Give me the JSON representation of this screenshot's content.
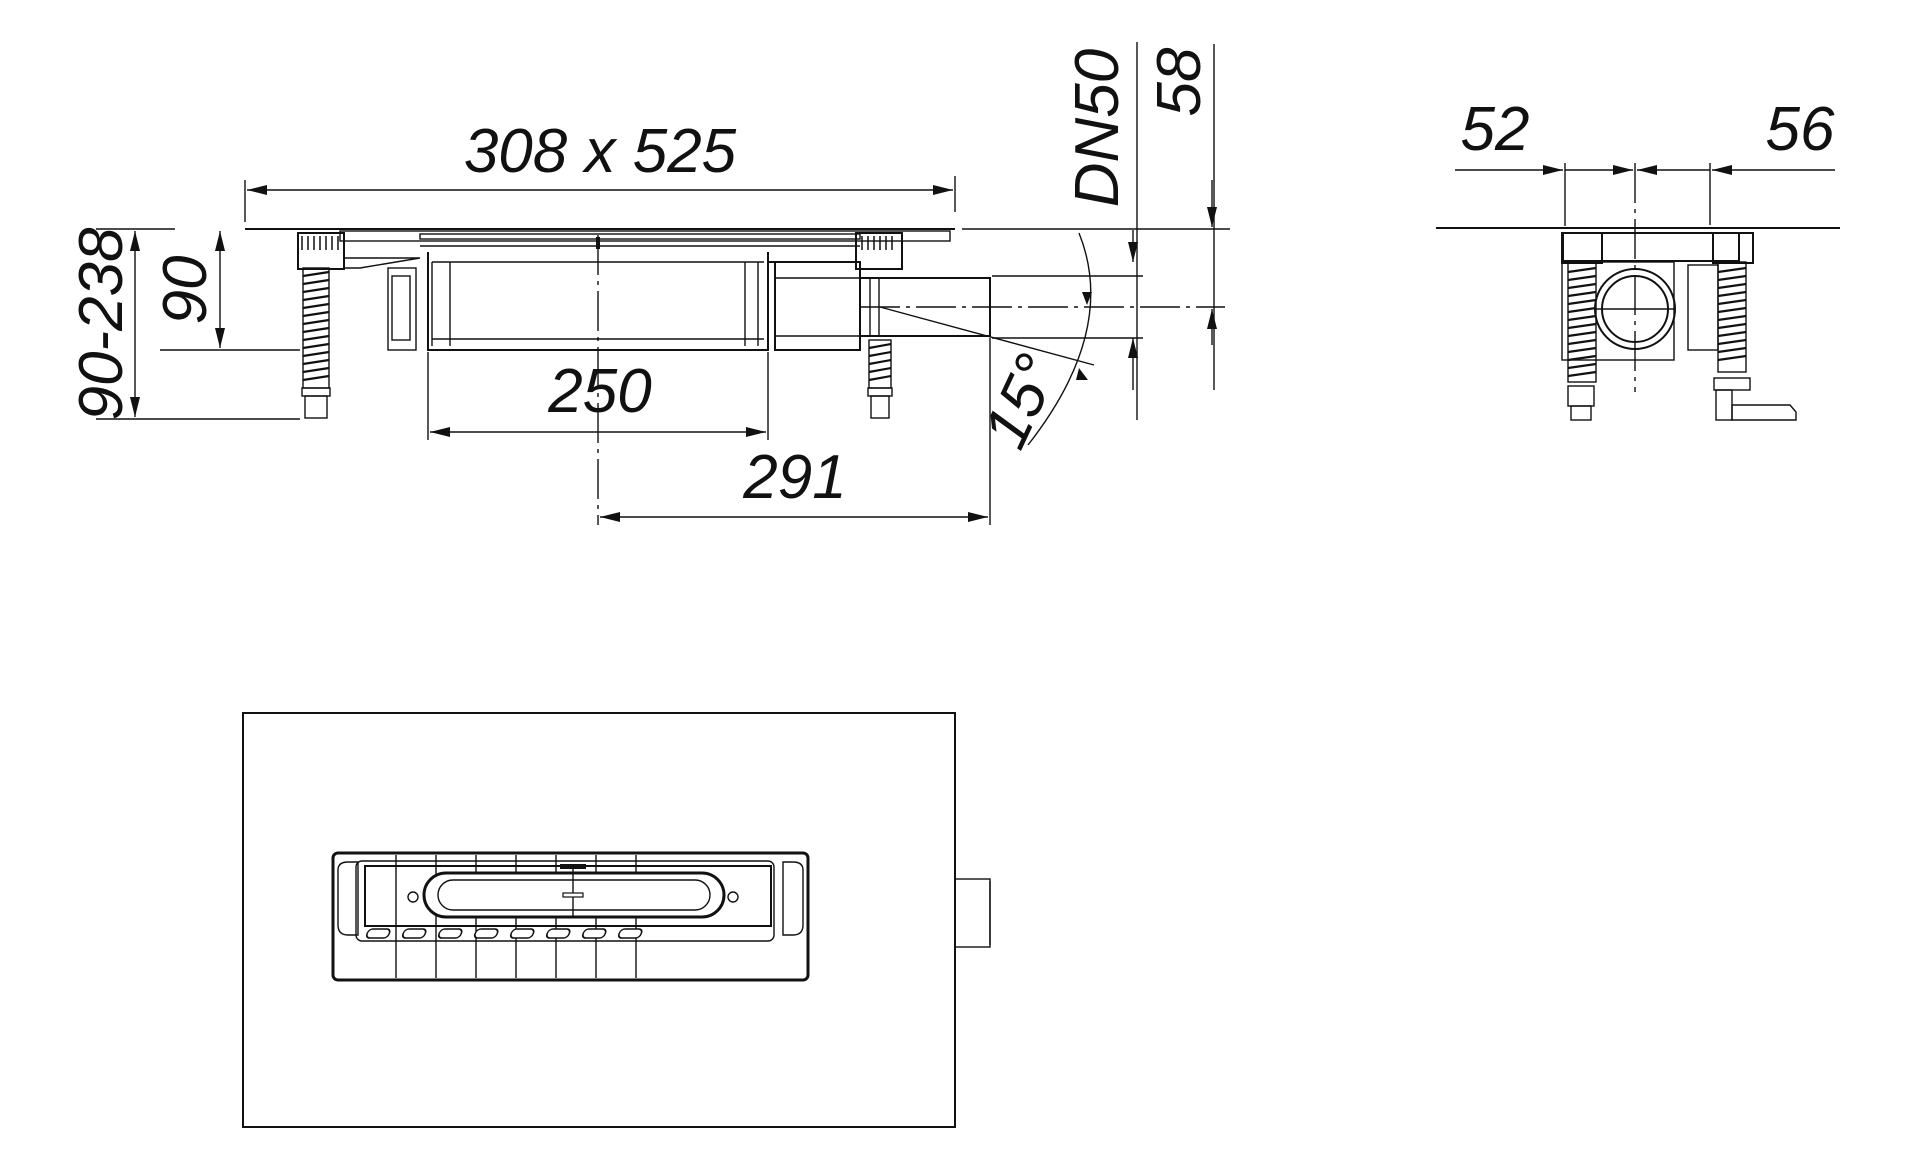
{
  "drawing": {
    "type": "technical drawing - shower drain body, 3 views",
    "line_color": "#111111",
    "background": "#ffffff",
    "side_view": {
      "dimensions": {
        "overall_size": "308 x 525",
        "height_range": "90-238",
        "min_height": "90",
        "body_width": "250",
        "outlet_length": "291",
        "outlet_angle": "15°",
        "pipe_size": "DN50",
        "outlet_height": "58"
      }
    },
    "end_view": {
      "dimensions": {
        "left_offset": "52",
        "right_offset": "56"
      }
    },
    "plan_view": {
      "grate_slots": 8,
      "grid_columns": 7
    }
  }
}
